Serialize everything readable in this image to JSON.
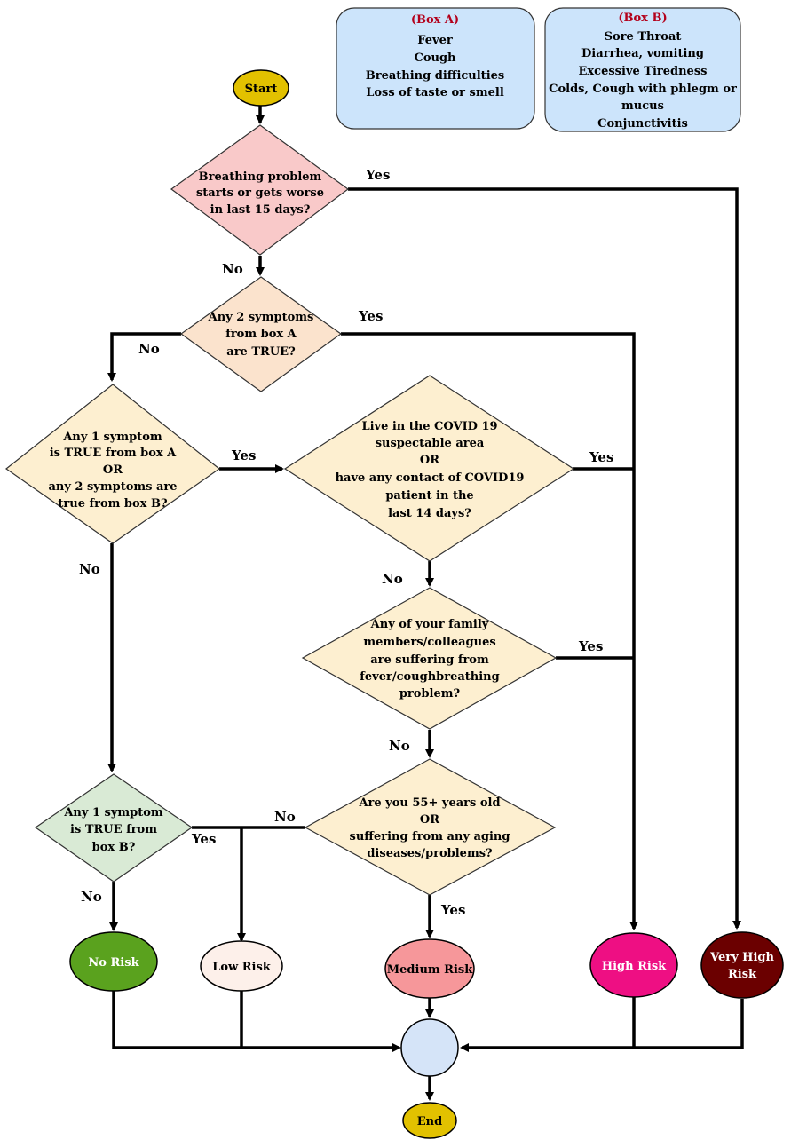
{
  "box_a": {
    "title": "(Box A)",
    "items": [
      "Fever",
      "Cough",
      "Breathing difficulties",
      "Loss of taste or smell"
    ]
  },
  "box_b": {
    "title": "(Box B)",
    "items": [
      "Sore Throat",
      "Diarrhea, vomiting",
      "Excessive Tiredness",
      "Colds, Cough with phlegm or",
      "mucus",
      "Conjunctivitis"
    ]
  },
  "start": "Start",
  "end": "End",
  "q1": [
    "Breathing problem",
    "starts or gets worse",
    "in last 15 days?"
  ],
  "q2": [
    "Any 2 symptoms",
    "from box A",
    "are TRUE?"
  ],
  "q3": [
    "Any 1 symptom",
    "is TRUE from box A",
    "OR",
    "any 2 symptoms are",
    "true from box B?"
  ],
  "q4": [
    "Live in the COVID 19",
    "suspectable area",
    "OR",
    "have any contact of COVID19",
    "patient in the",
    "last 14 days?"
  ],
  "q5": [
    "Any of your family",
    "members/colleagues",
    "are suffering from",
    "fever/coughbreathing",
    "problem?"
  ],
  "q6": [
    "Are you 55+ years old",
    "OR",
    "suffering from any aging",
    "diseases/problems?"
  ],
  "q7": [
    "Any 1 symptom",
    "is TRUE from",
    "box B?"
  ],
  "outcomes": {
    "no_risk": "No Risk",
    "low_risk": "Low Risk",
    "medium_risk": "Medium Risk",
    "high_risk": "High Risk",
    "very_high_risk": [
      "Very High",
      "Risk"
    ]
  },
  "edge_labels": {
    "yes": "Yes",
    "no": "No"
  },
  "colors": {
    "box_fill": "#cce4fb",
    "start_end": "#e2c100",
    "q1_fill": "#f9c9c9",
    "q2_fill": "#fbe3cd",
    "q_fill": "#fdefd0",
    "q7_fill": "#d9ead5",
    "no_risk": "#5aa21e",
    "low_risk": "#fdf0ea",
    "medium_risk": "#f6979a",
    "high_risk": "#ee0f83",
    "very_high_risk": "#6b0000",
    "merge": "#d5e4f8"
  }
}
